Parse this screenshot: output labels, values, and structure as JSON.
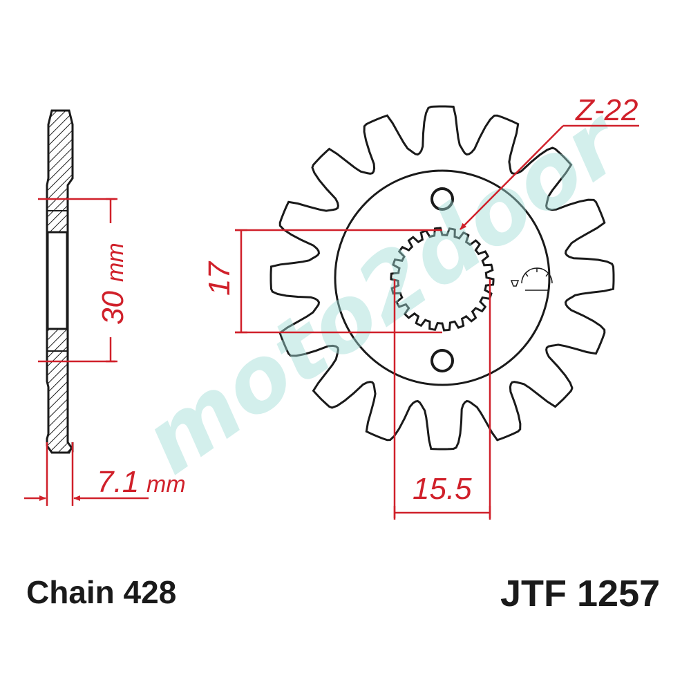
{
  "dimensions": {
    "hub_width_value": "30",
    "hub_width_unit": "mm",
    "thickness_value": "7.1",
    "thickness_unit": "mm",
    "spline_height": "17",
    "spline_width": "15.5",
    "spline_teeth": "Z-22"
  },
  "chain_label": "Chain 428",
  "part_number": "JTF 1257",
  "watermark": "moto2door",
  "sprocket_teeth": 16,
  "colors": {
    "dimension": "#d0202a",
    "outline": "#1a1a1a",
    "watermark": "#9fdcd6"
  }
}
